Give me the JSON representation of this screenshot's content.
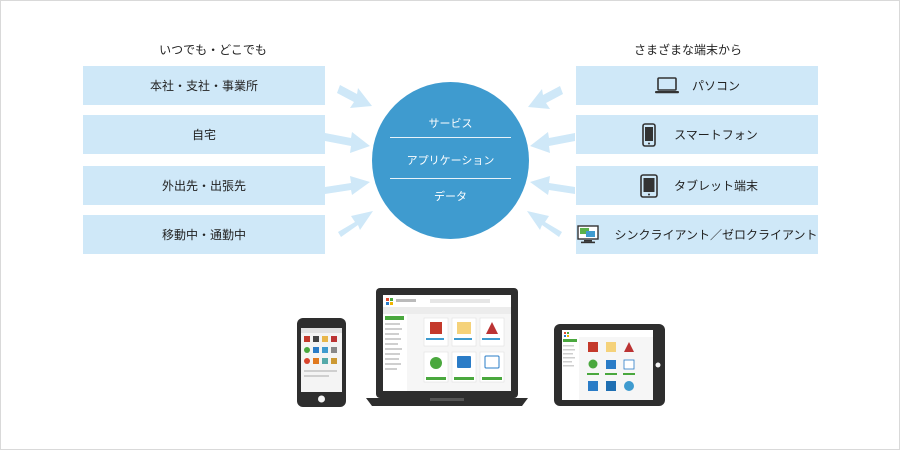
{
  "left_column": {
    "title": "いつでも・どこでも",
    "items": [
      "本社・支社・事業所",
      "自宅",
      "外出先・出張先",
      "移動中・通勤中"
    ]
  },
  "right_column": {
    "title": "さまざまな端末から",
    "items": [
      {
        "label": "パソコン",
        "icon": "laptop-icon"
      },
      {
        "label": "スマートフォン",
        "icon": "smartphone-icon"
      },
      {
        "label": "タブレット端末",
        "icon": "tablet-icon"
      },
      {
        "label": "シンクライアント／ゼロクライアント",
        "icon": "thin-client-icon"
      }
    ]
  },
  "center": {
    "items": [
      "サービス",
      "アプリケーション",
      "データ"
    ]
  },
  "colors": {
    "box_fill": "#cfe8f8",
    "arrow_fill": "#cfe8f8",
    "circle_fill": "#3f9bcf",
    "device_body": "#2e2e2e",
    "accent_green": "#4aa83e"
  }
}
